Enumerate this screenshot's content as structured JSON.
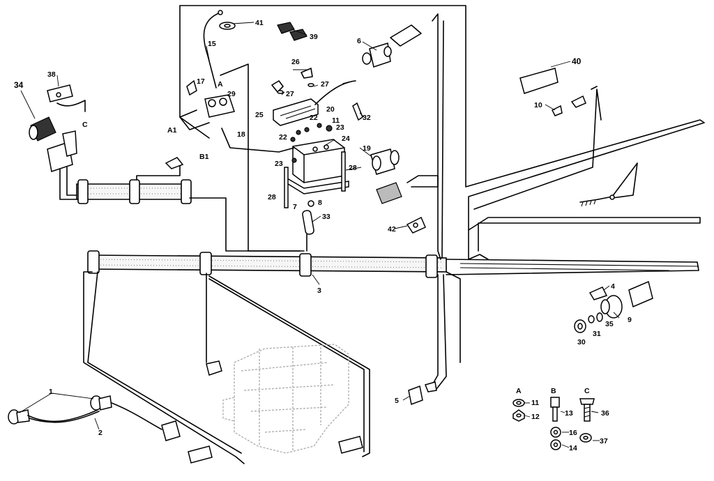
{
  "labels": {
    "l1": "1",
    "l2": "2",
    "l3": "3",
    "l4": "4",
    "l5": "5",
    "l6": "6",
    "l7": "7",
    "l8": "8",
    "l9": "9",
    "l10": "10",
    "l11": "11",
    "l11b": "11",
    "l12": "12",
    "l13": "13",
    "l14": "14",
    "l15": "15",
    "l16": "16",
    "l17": "17",
    "l18": "18",
    "l19": "19",
    "l20": "20",
    "l22a": "22",
    "l22b": "22",
    "l23a": "23",
    "l23b": "23",
    "l24": "24",
    "l25": "25",
    "l26": "26",
    "l27a": "27",
    "l27b": "27",
    "l28a": "28",
    "l28b": "28",
    "l29": "29",
    "l30": "30",
    "l31": "31",
    "l32": "32",
    "l33": "33",
    "l34": "34",
    "l35": "35",
    "l36": "36",
    "l37": "37",
    "l38": "38",
    "l39": "39",
    "l40": "40",
    "l41": "41",
    "l42": "42"
  },
  "letters": {
    "A": "A",
    "A1": "A1",
    "B1": "B1",
    "C": "C",
    "keyA": "A",
    "keyB": "B",
    "keyC": "C"
  }
}
